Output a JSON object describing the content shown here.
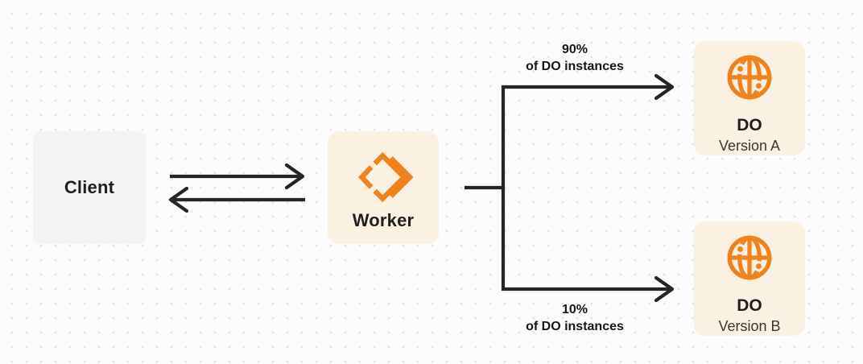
{
  "nodes": {
    "client": {
      "label": "Client"
    },
    "worker": {
      "label": "Worker"
    },
    "do_version_a": {
      "title": "DO",
      "subtitle": "Version A"
    },
    "do_version_b": {
      "title": "DO",
      "subtitle": "Version B"
    }
  },
  "edges": {
    "split_top": {
      "percent": "90%",
      "caption": "of DO instances"
    },
    "split_bottom": {
      "percent": "10%",
      "caption": "of DO instances"
    }
  },
  "icons": {
    "worker": "workers-chevron-icon",
    "durable_object": "globe-icon"
  },
  "colors": {
    "accent_orange": "#f0821e",
    "node_cream": "#fbf1e3",
    "node_gray": "#f4f4f6",
    "arrow_dark": "#262626",
    "background": "#fcfcfd",
    "dot_grid": "#e3e3e7",
    "text_dark": "#1f1f1f"
  }
}
